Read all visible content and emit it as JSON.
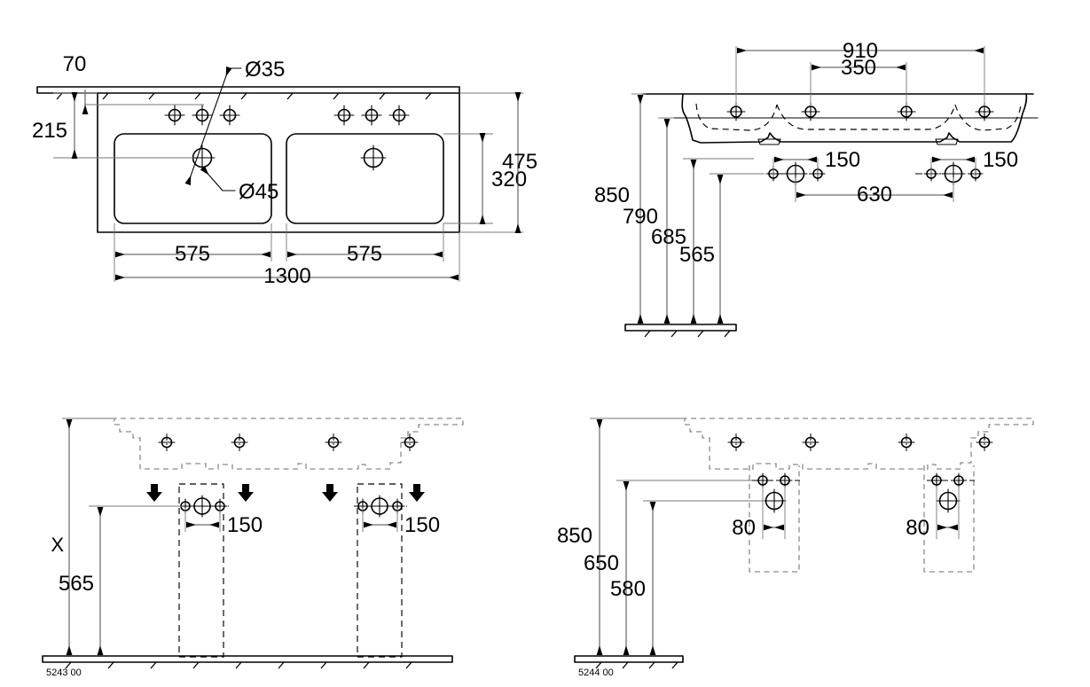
{
  "drawing": {
    "title": "Double washbasin technical drawing — four orthographic views",
    "units": "mm",
    "line_color": "#000000",
    "dim_color": "#4a4a4a",
    "background": "#ffffff"
  },
  "views": {
    "top_left": {
      "name": "plan-view",
      "dimensions": {
        "depth_to_tap_row": "70",
        "depth_to_waste": "215",
        "basin_inner_depth": "320",
        "overall_depth": "475",
        "basin_width_left": "575",
        "basin_width_right": "575",
        "overall_width": "1300"
      },
      "callouts": {
        "tap_hole_diameter": "Ø35",
        "waste_hole_diameter": "Ø45"
      }
    },
    "top_right": {
      "name": "front-elevation-view",
      "dimensions": {
        "outer_tap_span": "910",
        "inner_tap_span": "350",
        "supply_spacing_left": "150",
        "supply_spacing_right": "150",
        "waste_centres_span": "630",
        "height_rim": "850",
        "height_underside": "790",
        "height_supply": "685",
        "height_waste": "565"
      }
    },
    "bottom_left": {
      "name": "rear-view-mounting",
      "part_number": "5243 00",
      "dimensions": {
        "height_variable": "X",
        "height_waste": "565",
        "supply_spacing_left": "150",
        "supply_spacing_right": "150"
      }
    },
    "bottom_right": {
      "name": "rear-view-trap",
      "part_number": "5244 00",
      "dimensions": {
        "height_rim": "850",
        "height_supply": "650",
        "height_waste": "580",
        "offset_left": "80",
        "offset_right": "80"
      }
    }
  }
}
